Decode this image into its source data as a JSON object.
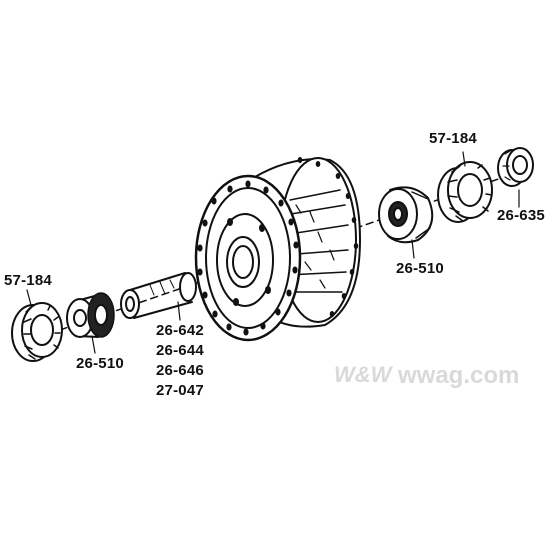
{
  "labels": {
    "bearing_right_top": "57-184",
    "bearing_left": "57-184",
    "spacer_right_small": "26-635",
    "cup_right": "26-510",
    "cup_left": "26-510",
    "sleeve_parts": [
      "26-642",
      "26-644",
      "26-646",
      "27-047"
    ]
  },
  "watermark": {
    "logo": "W&W",
    "site": "wwag.com"
  },
  "colors": {
    "ink": "#111111",
    "watermark": "#d9d9d9",
    "background": "#ffffff"
  }
}
